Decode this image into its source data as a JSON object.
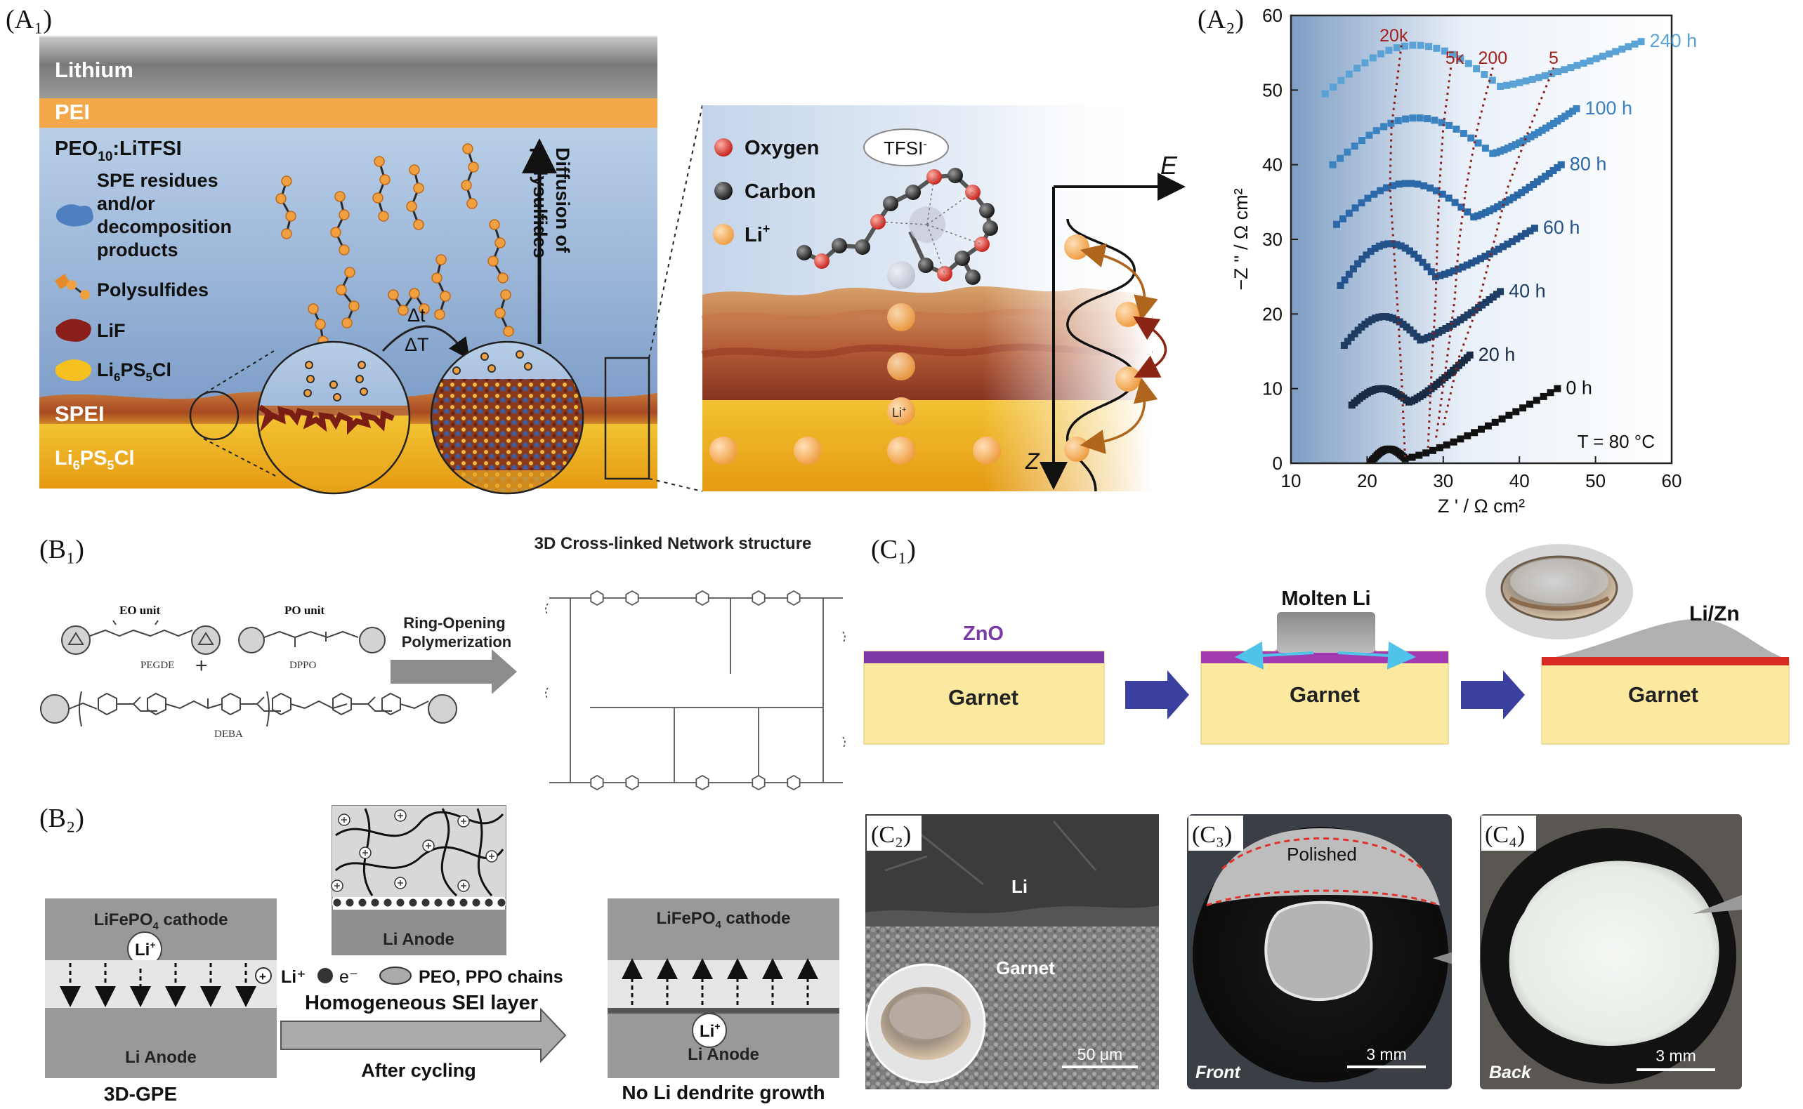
{
  "panel_labels": {
    "a1": "(A₁)",
    "a2": "(A₂)",
    "b1": "(B₁)",
    "b2": "(B₂)",
    "c1": "(C₁)",
    "c2": "(C₂)",
    "c3": "(C₃)",
    "c4": "(C₄)"
  },
  "a1": {
    "lithium": "Lithium",
    "pei": "PEI",
    "peo_a": "PEO",
    "peo_sub": "10",
    "peo_b": ":LiTFSI",
    "spe_residues": [
      "SPE residues",
      "and/or",
      "decomposition",
      "products"
    ],
    "polysulfides": "Polysulfides",
    "lif": "LiF",
    "lipscl_a": "Li",
    "lipscl_s1": "6",
    "lipscl_b": "PS",
    "lipscl_s2": "5",
    "lipscl_c": "Cl",
    "spei": "SPEI",
    "diffusion": [
      "Diffusion of",
      "polysulfides"
    ],
    "dt": "Δt",
    "dT": "ΔT",
    "oxygen": "Oxygen",
    "carbon": "Carbon",
    "li_a": "Li",
    "li_sup": "+",
    "tfsi_a": "TFSI",
    "tfsi_sup": "-",
    "e_axis": "E",
    "z_axis": "Z"
  },
  "a2_chart": {
    "chart_data": {
      "type": "scatter",
      "xlabel": "Z ' / Ω cm²",
      "ylabel": "−Z '' / Ω cm²",
      "xlim": [
        10,
        60
      ],
      "ylim": [
        0,
        60
      ],
      "xticks": [
        10,
        20,
        30,
        40,
        50,
        60
      ],
      "yticks": [
        0,
        10,
        20,
        30,
        40,
        50,
        60
      ],
      "annotation": "T = 80 °C",
      "frequency_labels": [
        {
          "text": "20k",
          "x": 23.5,
          "y": 56.5
        },
        {
          "text": "5k",
          "x": 31.5,
          "y": 53.5
        },
        {
          "text": "200",
          "x": 36.5,
          "y": 53.5
        },
        {
          "text": "5",
          "x": 44.5,
          "y": 53.5
        }
      ],
      "series": [
        {
          "name": "0 h",
          "x0": 20.5,
          "xe": 39,
          "y0": 0.2,
          "amp": 1.5,
          "xm": 25,
          "ym": 0.6,
          "xa": 45,
          "ya": 10,
          "color": "#111111"
        },
        {
          "name": "20 h",
          "x0": 18,
          "xe": 39,
          "y0": 7.8,
          "amp": 2.0,
          "xm": 25.5,
          "ym": 8.2,
          "xa": 33.5,
          "ya": 14.5,
          "color": "#1a2c44"
        },
        {
          "name": "40 h",
          "x0": 17,
          "xe": 41,
          "y0": 15.8,
          "amp": 3.5,
          "xm": 27,
          "ym": 16.5,
          "xa": 37.5,
          "ya": 23,
          "color": "#1f3d63"
        },
        {
          "name": "60 h",
          "x0": 16.5,
          "xe": 43,
          "y0": 23.8,
          "amp": 5.0,
          "xm": 29,
          "ym": 25,
          "xa": 42,
          "ya": 31.5,
          "color": "#24528a"
        },
        {
          "name": "80 h",
          "x0": 16,
          "xe": 45,
          "y0": 32.0,
          "amp": 5.0,
          "xm": 34,
          "ym": 33,
          "xa": 45.5,
          "ya": 40,
          "color": "#2c69a8"
        },
        {
          "name": "100 h",
          "x0": 15.5,
          "xe": 46.5,
          "y0": 40.0,
          "amp": 5.5,
          "xm": 36.5,
          "ym": 41.5,
          "xa": 47.5,
          "ya": 47.5,
          "color": "#3a82c0"
        },
        {
          "name": "240 h",
          "x0": 14.5,
          "xe": 47,
          "y0": 49.5,
          "amp": 6.0,
          "xm": 37.5,
          "ym": 50.5,
          "xa": 56,
          "ya": 56.5,
          "color": "#5aa2d6"
        }
      ]
    }
  },
  "b1": {
    "title": "3D Cross-linked Network structure",
    "eo_unit": "EO unit",
    "po_unit": "PO unit",
    "pegde": "PEGDE",
    "dppo": "DPPO",
    "deba": "DEBA",
    "plus": "+",
    "rop": [
      "Ring-Opening",
      "Polymerization"
    ]
  },
  "b2": {
    "cathode_a": "LiFePO",
    "cathode_sub": "4",
    "cathode_b": " cathode",
    "li_a": "Li",
    "li_sup": "+",
    "li_anode": "Li Anode",
    "legend_li": "Li⁺",
    "legend_e": "e⁻",
    "legend_chains": "PEO, PPO chains",
    "sei": "Homogeneous SEI layer",
    "after": "After cycling",
    "gpe": "3D-GPE",
    "no_dendrite": "No Li dendrite growth"
  },
  "c1": {
    "zno": "ZnO",
    "garnet": "Garnet",
    "molten": "Molten Li",
    "lizn": "Li/Zn"
  },
  "c2": {
    "li": "Li",
    "garnet": "Garnet",
    "scale": "50 μm"
  },
  "c3": {
    "polished": "Polished",
    "front": "Front",
    "scale": "3 mm"
  },
  "c4": {
    "back": "Back",
    "scale": "3 mm"
  }
}
